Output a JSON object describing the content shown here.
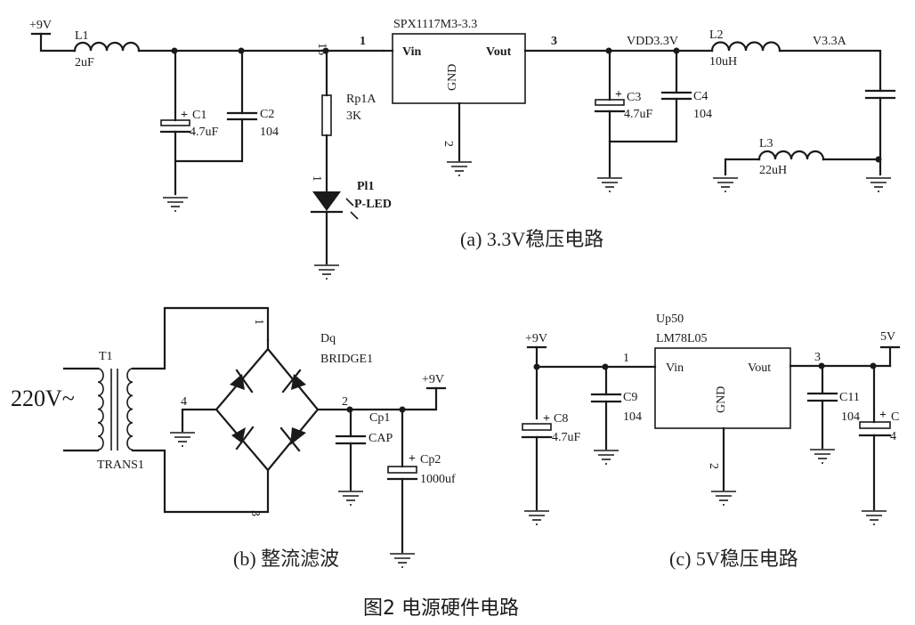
{
  "figure_caption": "图2  电源硬件电路",
  "circuit_a": {
    "caption": "(a) 3.3V稳压电路",
    "input_label": "+9V",
    "L1": {
      "name": "L1",
      "value": "2uF"
    },
    "C1": {
      "name": "C1",
      "value": "4.7uF",
      "polarity": "+"
    },
    "C2": {
      "name": "C2",
      "value": "104"
    },
    "pin16": "16",
    "pin1": "1",
    "regulator": {
      "name": "SPX1117M3-3.3",
      "vin": "Vin",
      "vout": "Vout",
      "gnd": "GND",
      "gnd_pin": "2"
    },
    "Rp": {
      "name": "Rp1A",
      "value": "3K"
    },
    "led_pin": "1",
    "led": {
      "name": "Pl1",
      "value": "P-LED"
    },
    "pin3": "3",
    "vdd_label": "VDD3.3V",
    "C3": {
      "name": "C3",
      "value": "4.7uF",
      "polarity": "+"
    },
    "C4": {
      "name": "C4",
      "value": "104"
    },
    "L2": {
      "name": "L2",
      "value": "10uH"
    },
    "v33a_label": "V3.3A",
    "L3": {
      "name": "L3",
      "value": "22uH"
    }
  },
  "circuit_b": {
    "caption": "(b) 整流滤波",
    "input_label": "220V~",
    "transformer": {
      "name": "T1",
      "value": "TRANS1"
    },
    "bridge": {
      "name": "Dq",
      "value": "BRIDGE1"
    },
    "pins": {
      "p1": "1",
      "p2": "2",
      "p3": "3",
      "p4": "4"
    },
    "output_label": "+9V",
    "Cp1": {
      "name": "Cp1",
      "value": "CAP"
    },
    "Cp2": {
      "name": "Cp2",
      "value": "1000uf",
      "polarity": "+"
    }
  },
  "circuit_c": {
    "caption": "(c) 5V稳压电路",
    "input_label": "+9V",
    "regulator": {
      "ref": "Up50",
      "name": "LM78L05",
      "vin": "Vin",
      "vout": "Vout",
      "gnd": "GND",
      "gnd_pin": "2"
    },
    "pin1": "1",
    "pin3": "3",
    "C8": {
      "name": "C8",
      "value": "4.7uF",
      "polarity": "+"
    },
    "C9": {
      "name": "C9",
      "value": "104"
    },
    "C11": {
      "name": "C11",
      "value": "104"
    },
    "C_out": {
      "name": "C",
      "value": "4",
      "polarity": "+"
    },
    "output_label": "5V"
  }
}
